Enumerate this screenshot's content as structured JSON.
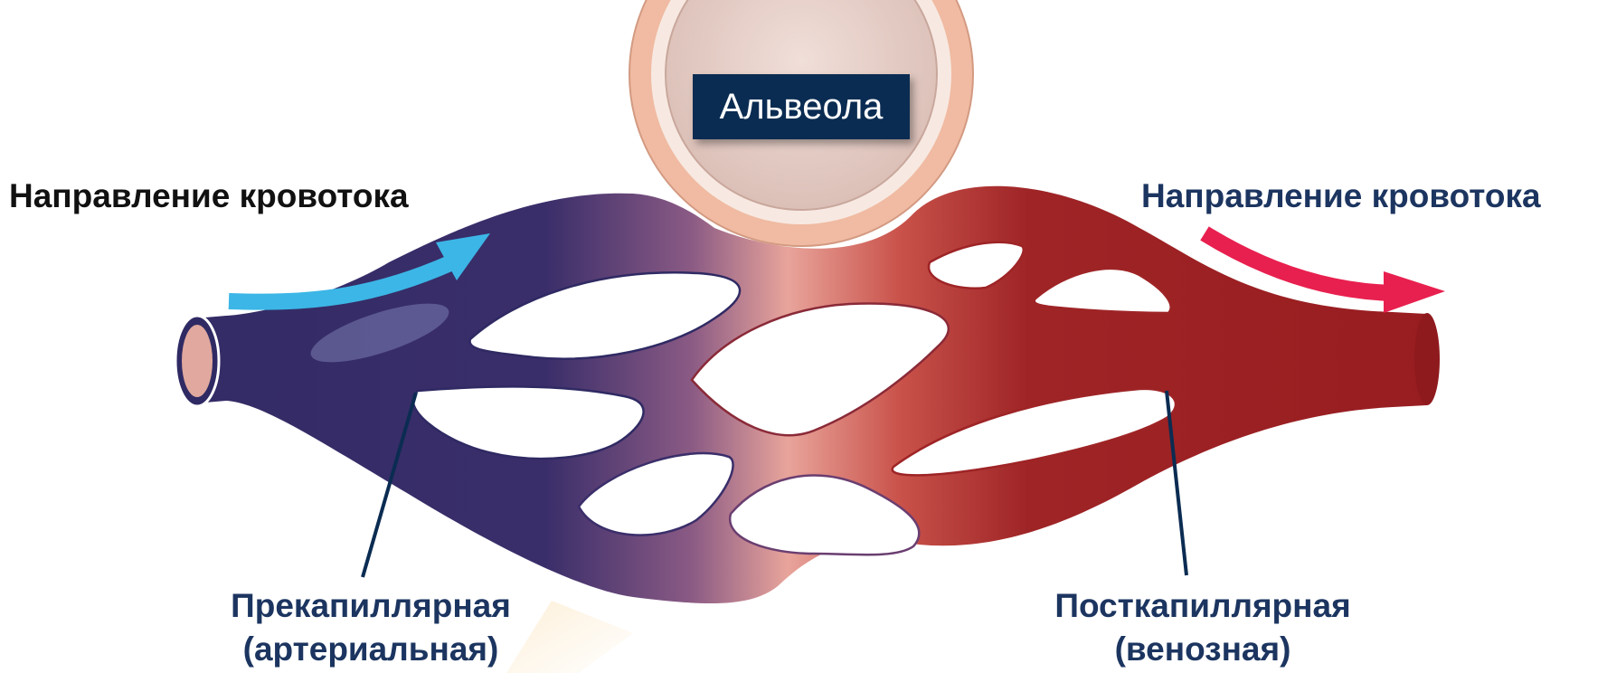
{
  "diagram": {
    "alveola_label": "Альвеола",
    "flow_left_label": "Направление кровотока",
    "flow_right_label": "Направление кровотока",
    "precapillary": {
      "line1": "Прекапиллярная",
      "line2": "(артериальная)"
    },
    "postcapillary": {
      "line1": "Посткапиллярная",
      "line2": "(венозная)"
    }
  },
  "colors": {
    "venous_blue": "#2f2a63",
    "mid_pink": "#e8a49b",
    "arterial_red": "#9c1c20",
    "arrow_left": "#3cb6e6",
    "arrow_right": "#e8204f",
    "label_navy": "#1c3560",
    "alveola_box": "#0b2c52"
  }
}
